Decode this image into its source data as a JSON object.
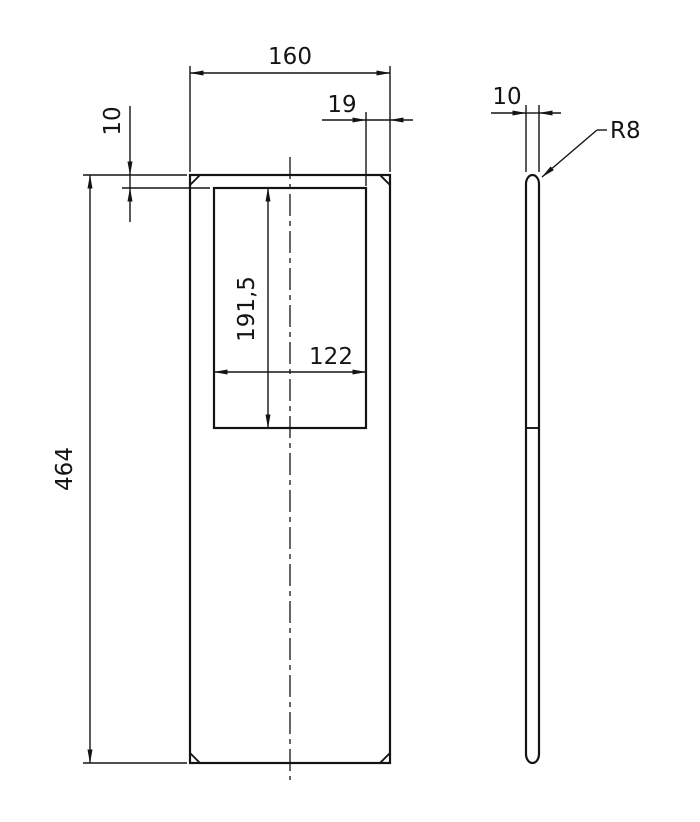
{
  "drawing": {
    "front_view": {
      "width_label": "160",
      "height_label": "464",
      "cutout_width_label": "122",
      "cutout_height_label": "191,5",
      "cutout_right_offset_label": "19",
      "cutout_top_offset_label": "10"
    },
    "side_view": {
      "thickness_label": "10",
      "corner_radius_label": "R8"
    }
  }
}
